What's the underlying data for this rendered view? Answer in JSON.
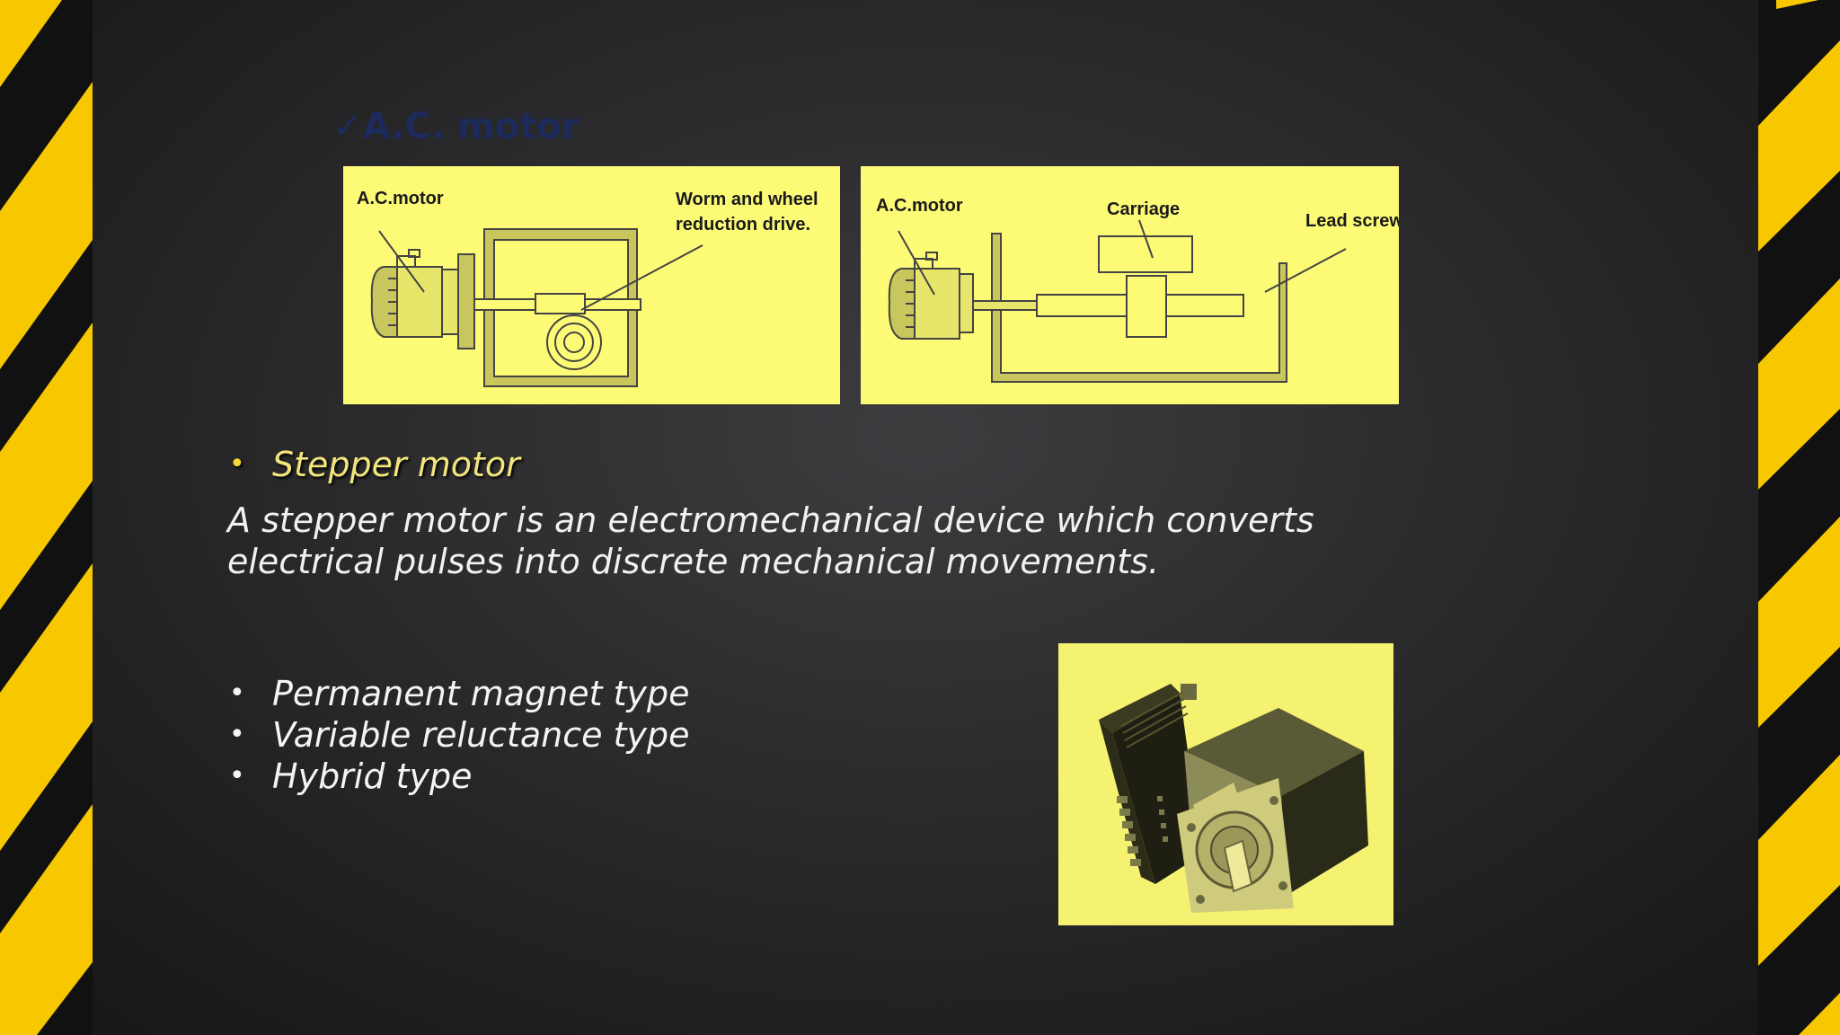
{
  "slide": {
    "heading": "✓A.C. motor",
    "diagram_left": {
      "label_motor": "A.C.motor",
      "label_drive_line1": "Worm and wheel",
      "label_drive_line2": "reduction drive."
    },
    "diagram_right": {
      "label_motor": "A.C.motor",
      "label_carriage": "Carriage",
      "label_screw": "Lead screw"
    },
    "stepper_bullet": "Stepper motor",
    "description_line1": "A stepper motor is an electromechanical device which converts",
    "description_line2": "electrical pulses into discrete mechanical movements.",
    "types": [
      "Permanent magnet type",
      "Variable reluctance type",
      "Hybrid type"
    ],
    "bullet_char": "•",
    "colors": {
      "accent_yellow": "#f5c800",
      "diagram_bg": "#fdfb76",
      "stepper_text": "#f2e57c"
    }
  }
}
